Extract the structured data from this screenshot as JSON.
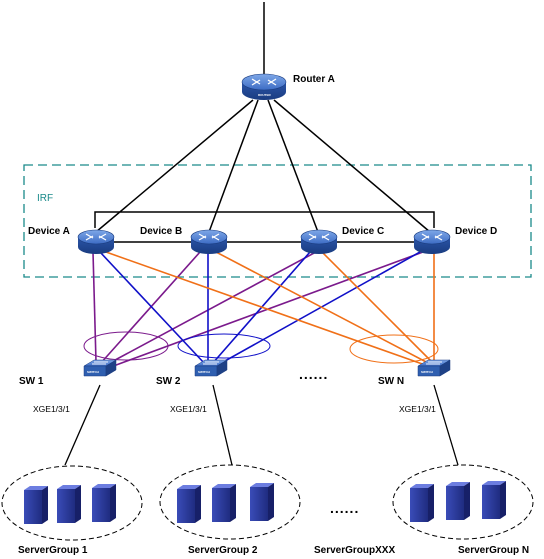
{
  "irf_label": "IRF",
  "router": {
    "label": "Router A",
    "badge": "ROUTER"
  },
  "devices": [
    {
      "label": "Device A"
    },
    {
      "label": "Device B"
    },
    {
      "label": "Device C"
    },
    {
      "label": "Device D"
    }
  ],
  "switches": [
    {
      "label": "SW 1",
      "port": "XGE1/3/1",
      "badge": "SWITCH"
    },
    {
      "label": "SW 2",
      "port": "XGE1/3/1",
      "badge": "SWITCH"
    },
    {
      "label": "SW N",
      "port": "XGE1/3/1",
      "badge": "SWITCH"
    }
  ],
  "switch_ellipsis": "......",
  "server_groups": [
    {
      "label": "ServerGroup 1"
    },
    {
      "label": "ServerGroup 2"
    },
    {
      "label": "ServerGroupXXX"
    },
    {
      "label": "ServerGroup N"
    }
  ],
  "group_ellipsis": "......",
  "colors": {
    "uplink": "#000000",
    "purple": "#7b1a8c",
    "blue": "#1010c8",
    "orange": "#f07018",
    "irf_border": "#1a8a8a",
    "device_body": "#3a6fc0"
  }
}
